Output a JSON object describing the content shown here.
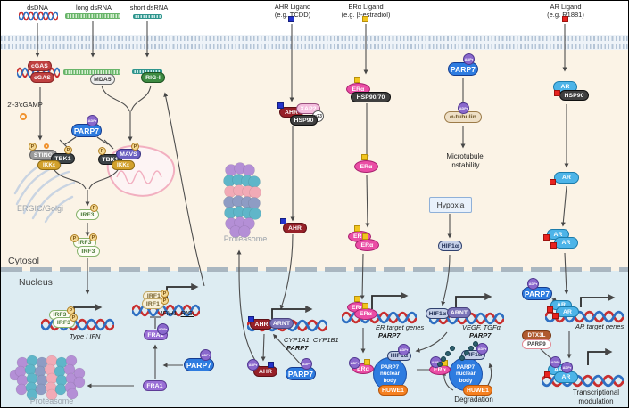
{
  "ligands": {
    "dsdna": "dsDNA",
    "long_dsrna": "long dsRNA",
    "short_dsrna": "short dsRNA",
    "ahr1": "AHR Ligand",
    "ahr2": "(e.g. TCDD)",
    "era1": "ERα Ligand",
    "era2": "(e.g. β-estradiol)",
    "ar1": "AR Ligand",
    "ar2": "(e.g. R1881)"
  },
  "proteins": {
    "cgas": "cGAS",
    "mda5": "MDA5",
    "rigi": "RIG-I",
    "parp7": "PARP7",
    "sting": "STING",
    "tbk1": "TBK1",
    "ikke": "IKKε",
    "mavs": "MAVS",
    "irf3": "IRF3",
    "irf1": "IRF1",
    "fra1": "FRA1",
    "ahr": "AHR",
    "xap2": "XAP2",
    "p23": "p23",
    "hsp90": "HSP90",
    "hsp9070": "HSP90/70",
    "era": "ERα",
    "arnt": "ARNT",
    "hif1a": "HIF1α",
    "ar": "AR",
    "atub": "α-tubulin",
    "huwe1": "HUWE1",
    "dtx3l": "DTX3L",
    "parp9": "PARP9"
  },
  "badges": {
    "adpr": "ADPr",
    "p": "P"
  },
  "molecules": {
    "cgamp": "2'-3'cGAMP"
  },
  "genes": {
    "type1ifn": "Type I IFN",
    "ifih1": "IFIH1,",
    "rigi": "RIGI",
    "cyp": "CYP1A1, CYP1B1",
    "parp7": "PARP7",
    "er": "ER target genes",
    "vegf": "VEGF, TGFα",
    "ar": "AR target genes"
  },
  "labels": {
    "cytosol": "Cytosol",
    "nucleus": "Nucleus",
    "ergic": "ERGIC/Golgi",
    "proteasome": "Proteasome",
    "microtubule": "Microtubule instability",
    "hypoxia": "Hypoxia",
    "degradation": "Degradation",
    "transcription": "Transcriptional modulation",
    "nuclear_body": "PARP7 nuclear body"
  },
  "colors": {
    "parp7_blue": "#2e7ce0",
    "cgas_red": "#bf4040",
    "era_pink": "#ea4da5",
    "ar_cyan": "#4db4e8",
    "ahr_darkred": "#962028",
    "huwe1_orange": "#f58020",
    "adpr_purple": "#8a68cc",
    "ligand_blue": "#2333cc",
    "ligand_yellow": "#f2c51d",
    "ligand_red": "#e8231f",
    "cytosol_bg": "#fbf3e6",
    "nucleus_bg": "#ddecf2"
  }
}
